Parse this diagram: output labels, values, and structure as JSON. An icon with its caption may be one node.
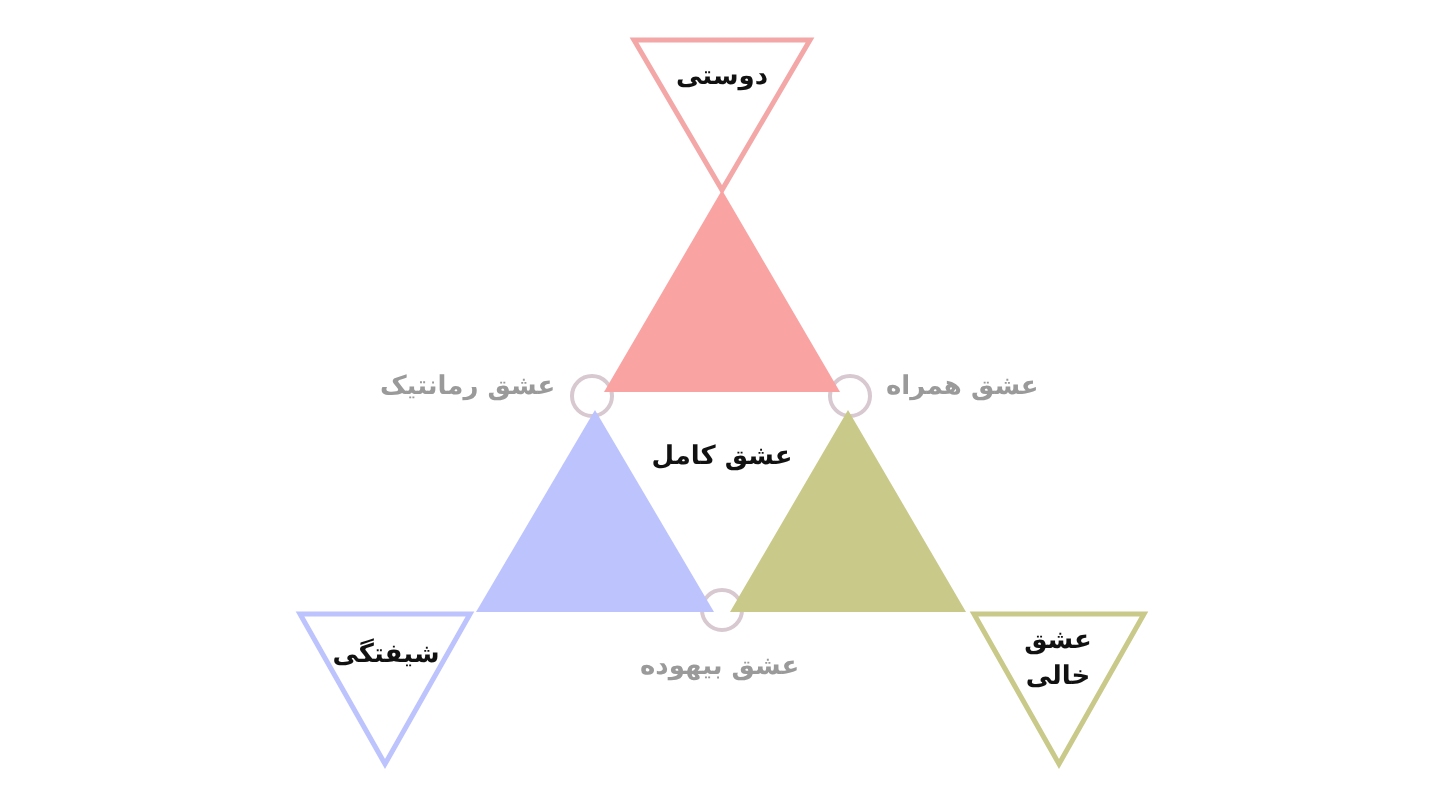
{
  "diagram": {
    "nodes": [
      {
        "text": [
          "دوستی"
        ]
      },
      {
        "text": [],
        "shape": "triangle"
      },
      {
        "text": [
          "عشق کامل"
        ]
      },
      {
        "text": [],
        "shape": "triangle"
      },
      {
        "text": [],
        "shape": "triangle"
      },
      {
        "text": [
          "شیفتگی"
        ]
      },
      {
        "text": [
          "عشق خالی"
        ]
      }
    ],
    "labels": [
      "عشق رمانتیک",
      "عشق همراه",
      "عشق بیهوده"
    ]
  }
}
